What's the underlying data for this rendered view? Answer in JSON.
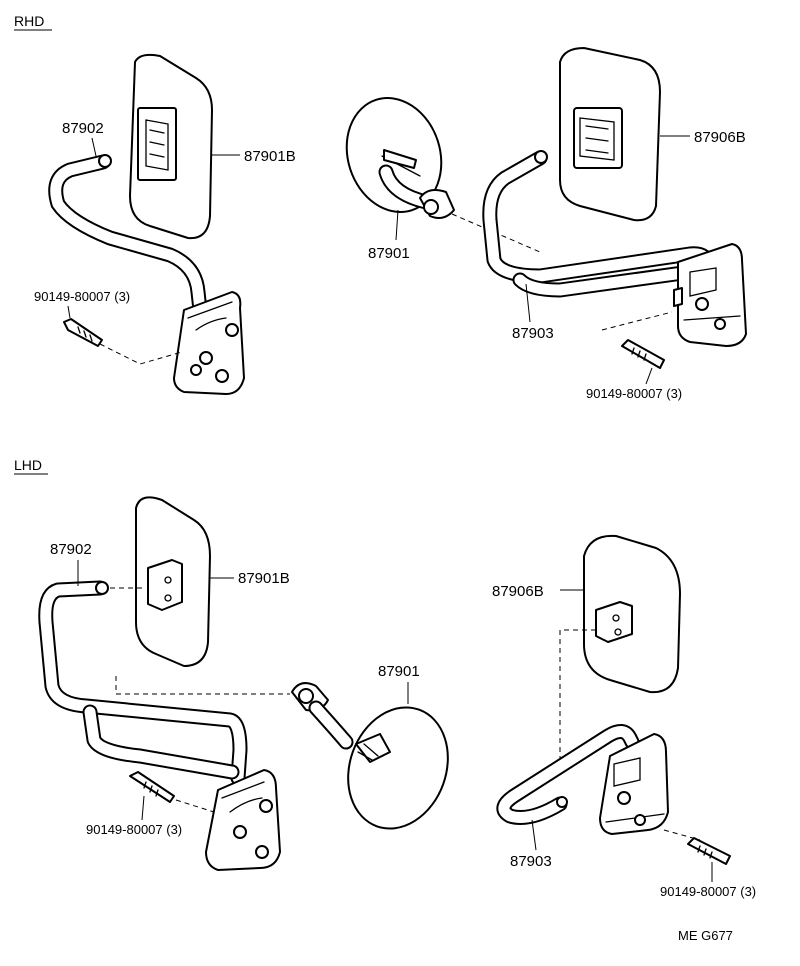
{
  "sections": {
    "rhd": "RHD",
    "lhd": "LHD"
  },
  "labels": {
    "rhd_tube": "87902",
    "rhd_mirror": "87901B",
    "rhd_bolt_left": "90149-80007 (3)",
    "rhd_small_mirror": "87901",
    "rhd_mirror_right": "87906B",
    "rhd_bracket": "87903",
    "rhd_bolt_right": "90149-80007 (3)",
    "lhd_tube": "87902",
    "lhd_mirror": "87901B",
    "lhd_bolt_left": "90149-80007 (3)",
    "lhd_small_mirror": "87901",
    "lhd_mirror_right": "87906B",
    "lhd_bracket": "87903",
    "lhd_bolt_right": "90149-80007 (3)"
  },
  "footer": {
    "code": "ME G677"
  }
}
